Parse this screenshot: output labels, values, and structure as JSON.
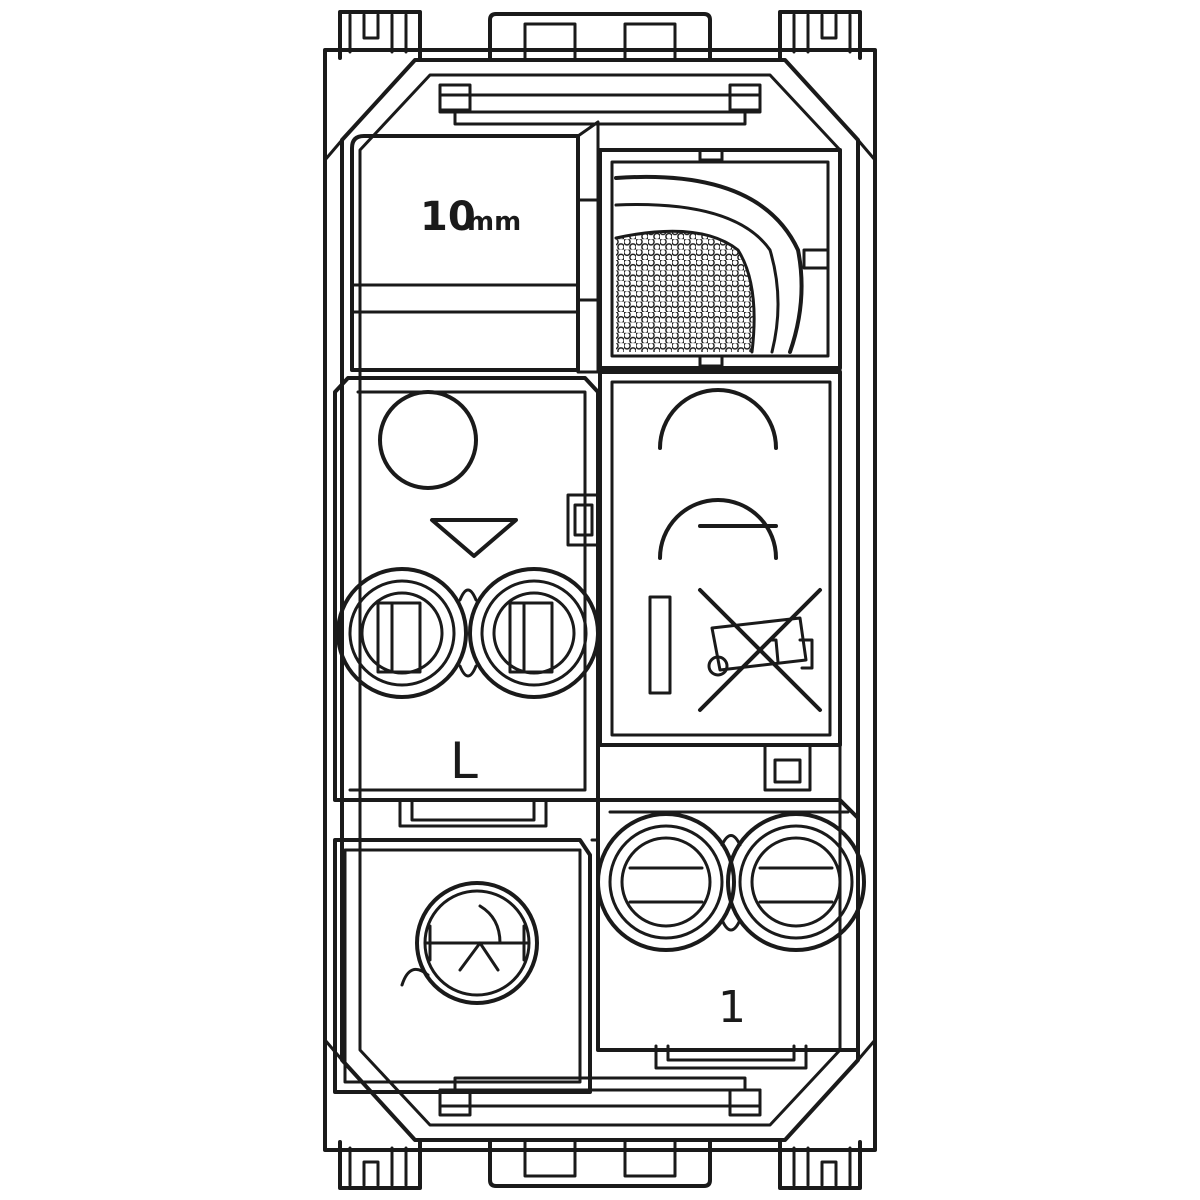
{
  "labels": {
    "strip_length_number": "10",
    "strip_length_unit": "mm",
    "terminal_line": "L",
    "terminal_one": "1"
  },
  "icons": [
    "ce-mark-icon",
    "weee-crossed-bin-icon",
    "insertion-arrow-icon",
    "release-screwdriver-icon",
    "sensor-lens-icon"
  ],
  "colors": {
    "line": "#1a1a1a",
    "background": "#ffffff"
  }
}
